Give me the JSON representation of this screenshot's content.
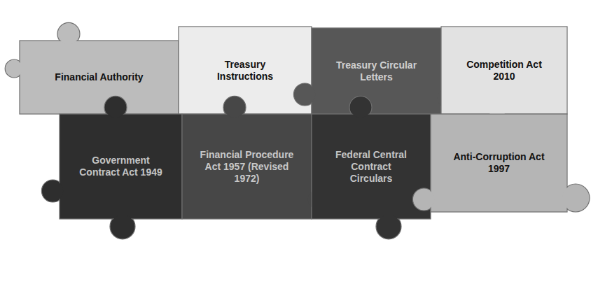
{
  "diagram": {
    "nodes": [
      {
        "text": [
          "Financial Authority"
        ]
      },
      {
        "text": [
          "Treasury Instructions"
        ]
      },
      {
        "text": [
          "Treasury Circular Letters"
        ]
      },
      {
        "text": [
          "Competition Act 2010"
        ]
      },
      {
        "text": [
          "Government Contract Act 1949"
        ]
      },
      {
        "text": [
          "Financial Procedure Act 1957 (Revised 1972)"
        ]
      },
      {
        "text": [
          "Federal Central Contract Circulars"
        ]
      },
      {
        "text": [
          "Anti-Corruption Act 1997"
        ]
      }
    ]
  }
}
